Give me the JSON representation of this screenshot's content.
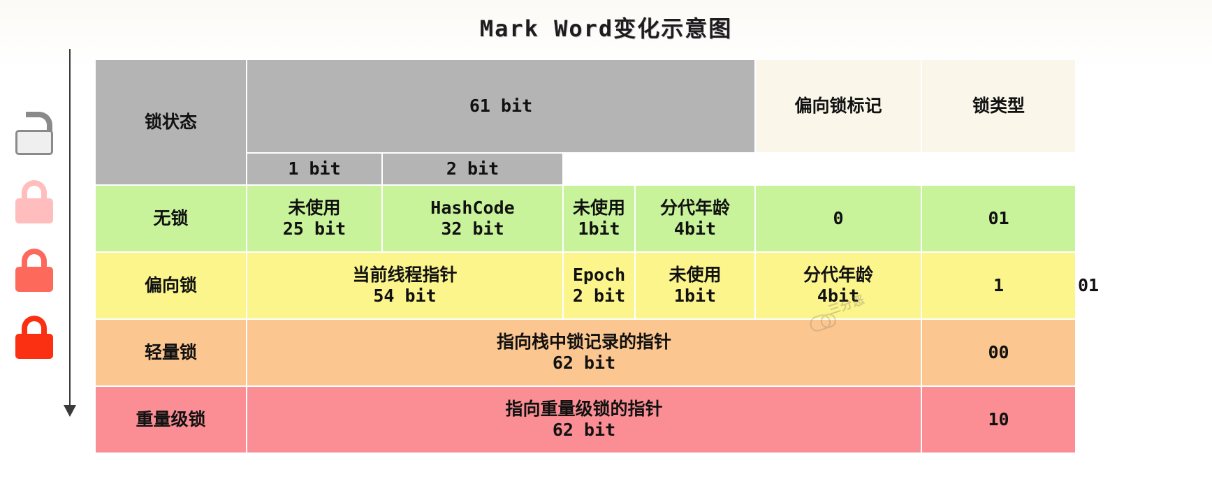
{
  "title": "Mark Word变化示意图",
  "header": {
    "state_label": "锁状态",
    "bits_label": "61 bit",
    "biased_flag_label": "偏向锁标记",
    "biased_flag_bits": "1 bit",
    "lock_type_label": "锁类型",
    "lock_type_bits": "2 bit"
  },
  "rows": [
    {
      "state": "无锁",
      "color": "green",
      "fields": [
        {
          "name": "未使用",
          "bits": "25 bit"
        },
        {
          "name": "HashCode",
          "bits": "32 bit"
        },
        {
          "name": "未使用",
          "bits": "1bit"
        },
        {
          "name": "分代年龄",
          "bits": "4bit"
        }
      ],
      "biased_flag": "0",
      "lock_type": "01"
    },
    {
      "state": "偏向锁",
      "color": "yellow",
      "fields": [
        {
          "name": "当前线程指针",
          "bits": "54 bit"
        },
        {
          "name": "Epoch",
          "bits": "2 bit"
        },
        {
          "name": "未使用",
          "bits": "1bit"
        },
        {
          "name": "分代年龄",
          "bits": "4bit"
        }
      ],
      "biased_flag": "1",
      "lock_type": "01"
    },
    {
      "state": "轻量锁",
      "color": "orange",
      "fields": [
        {
          "name": "指向栈中锁记录的指针",
          "bits": "62 bit"
        }
      ],
      "biased_flag": "",
      "lock_type": "00"
    },
    {
      "state": "重量级锁",
      "color": "pink",
      "fields": [
        {
          "name": "指向重量级锁的指针",
          "bits": "62 bit"
        }
      ],
      "biased_flag": "",
      "lock_type": "10"
    }
  ],
  "rail": {
    "icons": [
      {
        "name": "lock-open-icon",
        "color": "#8a8a8a"
      },
      {
        "name": "lock-closed-light-icon",
        "color": "#ffbdbd"
      },
      {
        "name": "lock-closed-medium-icon",
        "color": "#fd6a5c"
      },
      {
        "name": "lock-closed-strong-icon",
        "color": "#fb2f11"
      }
    ],
    "arrow": "downward-arrow"
  },
  "watermark": {
    "text": "三分恶"
  },
  "colors": {
    "gray": "#b4b4b4",
    "cream": "#faf6ea",
    "green": "#c8f39a",
    "yellow": "#fbf58c",
    "orange": "#fbc68f",
    "pink": "#fa8e94"
  }
}
